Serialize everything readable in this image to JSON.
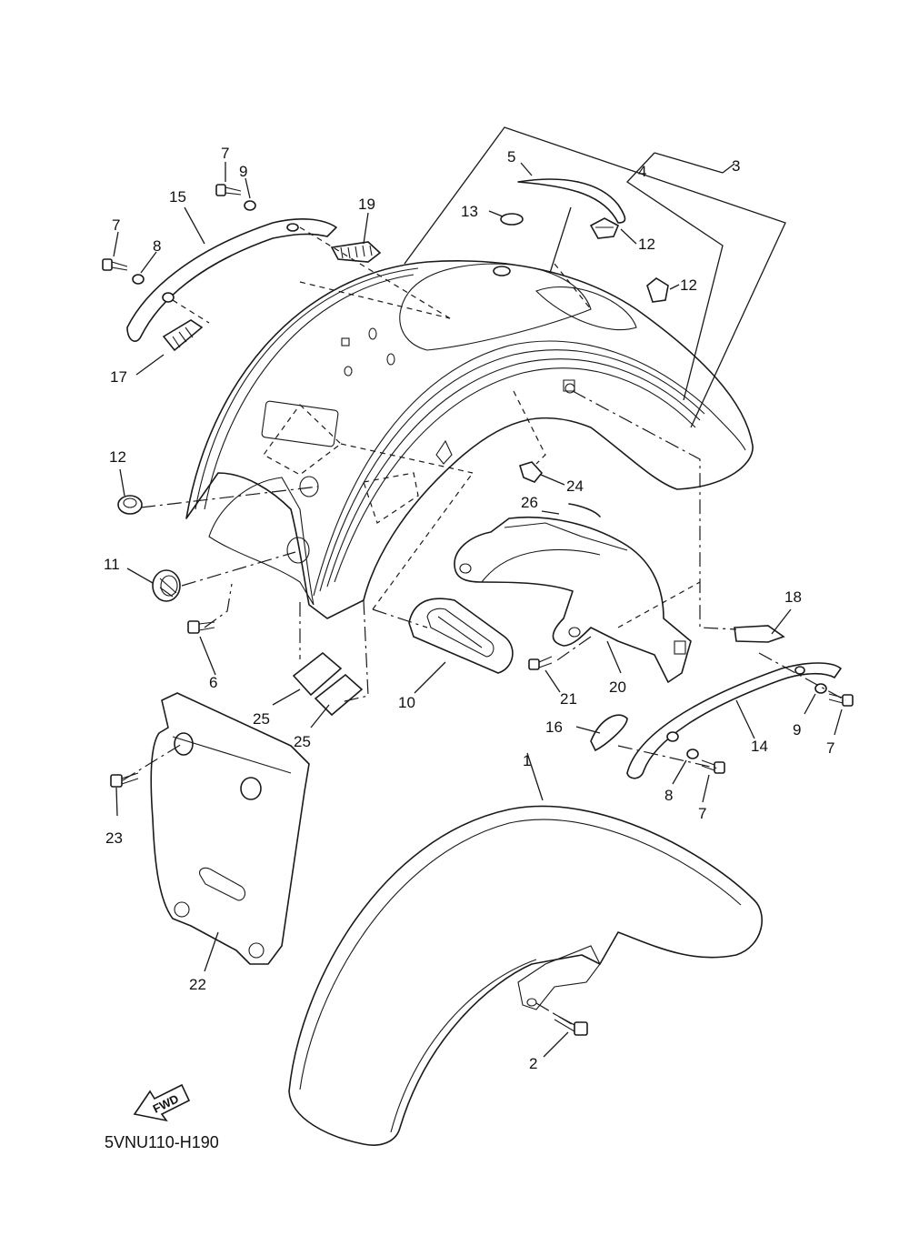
{
  "diagram_code": "5VNU110-H190",
  "direction_label": "FWD",
  "callouts": [
    {
      "id": "c1",
      "text": "1"
    },
    {
      "id": "c2",
      "text": "2"
    },
    {
      "id": "c3",
      "text": "3"
    },
    {
      "id": "c4",
      "text": "4"
    },
    {
      "id": "c5",
      "text": "5"
    },
    {
      "id": "c6",
      "text": "6"
    },
    {
      "id": "c7a",
      "text": "7"
    },
    {
      "id": "c7b",
      "text": "7"
    },
    {
      "id": "c7c",
      "text": "7"
    },
    {
      "id": "c7d",
      "text": "7"
    },
    {
      "id": "c8a",
      "text": "8"
    },
    {
      "id": "c8b",
      "text": "8"
    },
    {
      "id": "c9a",
      "text": "9"
    },
    {
      "id": "c9b",
      "text": "9"
    },
    {
      "id": "c10",
      "text": "10"
    },
    {
      "id": "c11",
      "text": "11"
    },
    {
      "id": "c12a",
      "text": "12"
    },
    {
      "id": "c12b",
      "text": "12"
    },
    {
      "id": "c12c",
      "text": "12"
    },
    {
      "id": "c13",
      "text": "13"
    },
    {
      "id": "c14",
      "text": "14"
    },
    {
      "id": "c15",
      "text": "15"
    },
    {
      "id": "c16",
      "text": "16"
    },
    {
      "id": "c17",
      "text": "17"
    },
    {
      "id": "c18",
      "text": "18"
    },
    {
      "id": "c19",
      "text": "19"
    },
    {
      "id": "c20",
      "text": "20"
    },
    {
      "id": "c21",
      "text": "21"
    },
    {
      "id": "c22",
      "text": "22"
    },
    {
      "id": "c23",
      "text": "23"
    },
    {
      "id": "c24",
      "text": "24"
    },
    {
      "id": "c25a",
      "text": "25"
    },
    {
      "id": "c25b",
      "text": "25"
    },
    {
      "id": "c26",
      "text": "26"
    }
  ]
}
